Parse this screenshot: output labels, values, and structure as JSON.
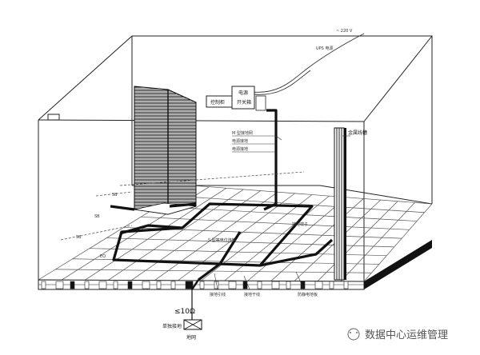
{
  "labels": {
    "power_in": "~ 220 V",
    "ups_label": "UPS 电源",
    "control_box": "控制柜",
    "distribution_a": "电源",
    "distribution_b": "开关箱",
    "wall_strip": "金属线槽",
    "equip_ground": "M 型接地网",
    "conn_a": "电源接地",
    "conn_b": "电源接地",
    "floor_grid": "S 型等电位连接",
    "ring_label": "接地端子",
    "rail_label": "EQ",
    "down_a": "接地引线",
    "down_b": "接地干线",
    "down_c": "防静电地板",
    "resist": "≤10Ω",
    "earth_box": "单独接地",
    "earth_sub": "地网",
    "dist_a": "SB",
    "dist_b": "SB",
    "dist_c": "SB"
  },
  "watermark": {
    "text": "数据中心运维管理"
  },
  "colors": {
    "line": "#222222",
    "thick": "#111111",
    "floor": "#555555"
  }
}
